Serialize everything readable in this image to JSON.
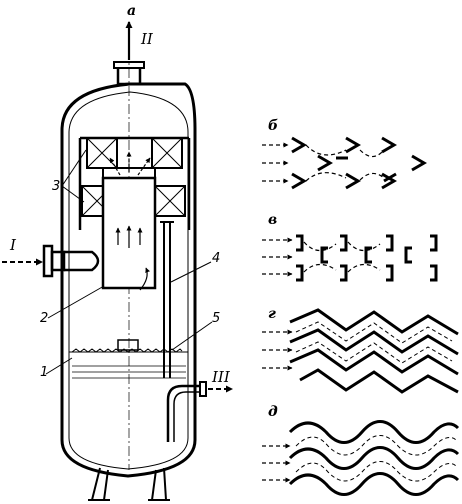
{
  "figure": {
    "panel_a": "а",
    "panel_b": "б",
    "panel_v": "в",
    "panel_g": "г",
    "panel_d": "д",
    "stream_in": "I",
    "stream_gas_out": "II",
    "stream_liquid_out": "III",
    "callouts": [
      "1",
      "2",
      "3",
      "4",
      "5"
    ]
  },
  "colors": {
    "ink": "#000000",
    "paper": "#ffffff"
  }
}
